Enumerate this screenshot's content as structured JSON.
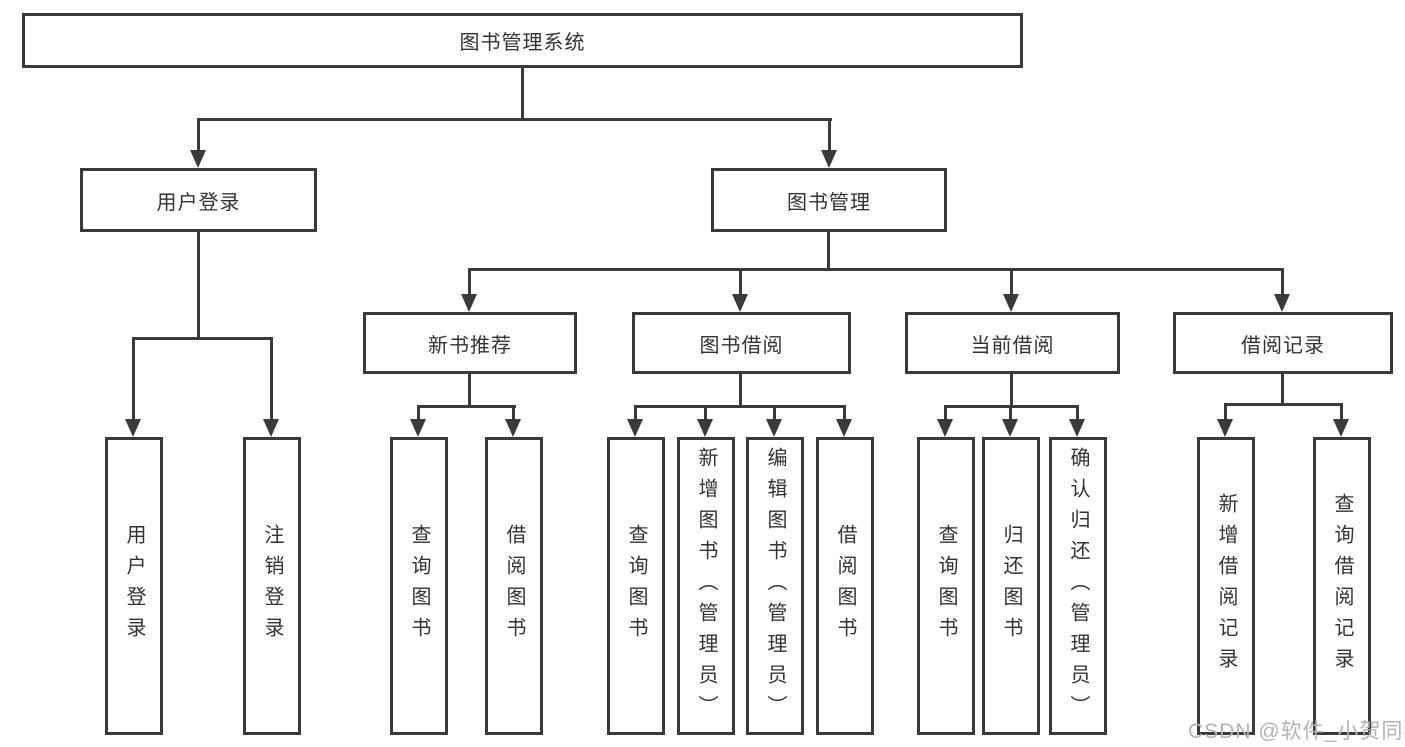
{
  "diagram": {
    "root": {
      "label": "图书管理系统"
    },
    "level2": [
      {
        "label": "用户登录"
      },
      {
        "label": "图书管理"
      }
    ],
    "level3": [
      {
        "label": "新书推荐"
      },
      {
        "label": "图书借阅"
      },
      {
        "label": "当前借阅"
      },
      {
        "label": "借阅记录"
      }
    ],
    "leaves": {
      "user_login": [
        "用户登录",
        "注销登录"
      ],
      "new_book": [
        "查询图书",
        "借阅图书"
      ],
      "book_borrow": [
        "查询图书",
        "新增图书（管理员）",
        "编辑图书（管理员）",
        "借阅图书"
      ],
      "current_borrow": [
        "查询图书",
        "归还图书",
        "确认归还（管理员）"
      ],
      "borrow_record": [
        "新增借阅记录",
        "查询借阅记录"
      ]
    }
  },
  "watermark": {
    "text": "CSDN @软件_小贺同学"
  },
  "colors": {
    "line": "#3a3a3a",
    "text": "#333333",
    "watermark": "#b3b3b3",
    "background": "#ffffff"
  }
}
